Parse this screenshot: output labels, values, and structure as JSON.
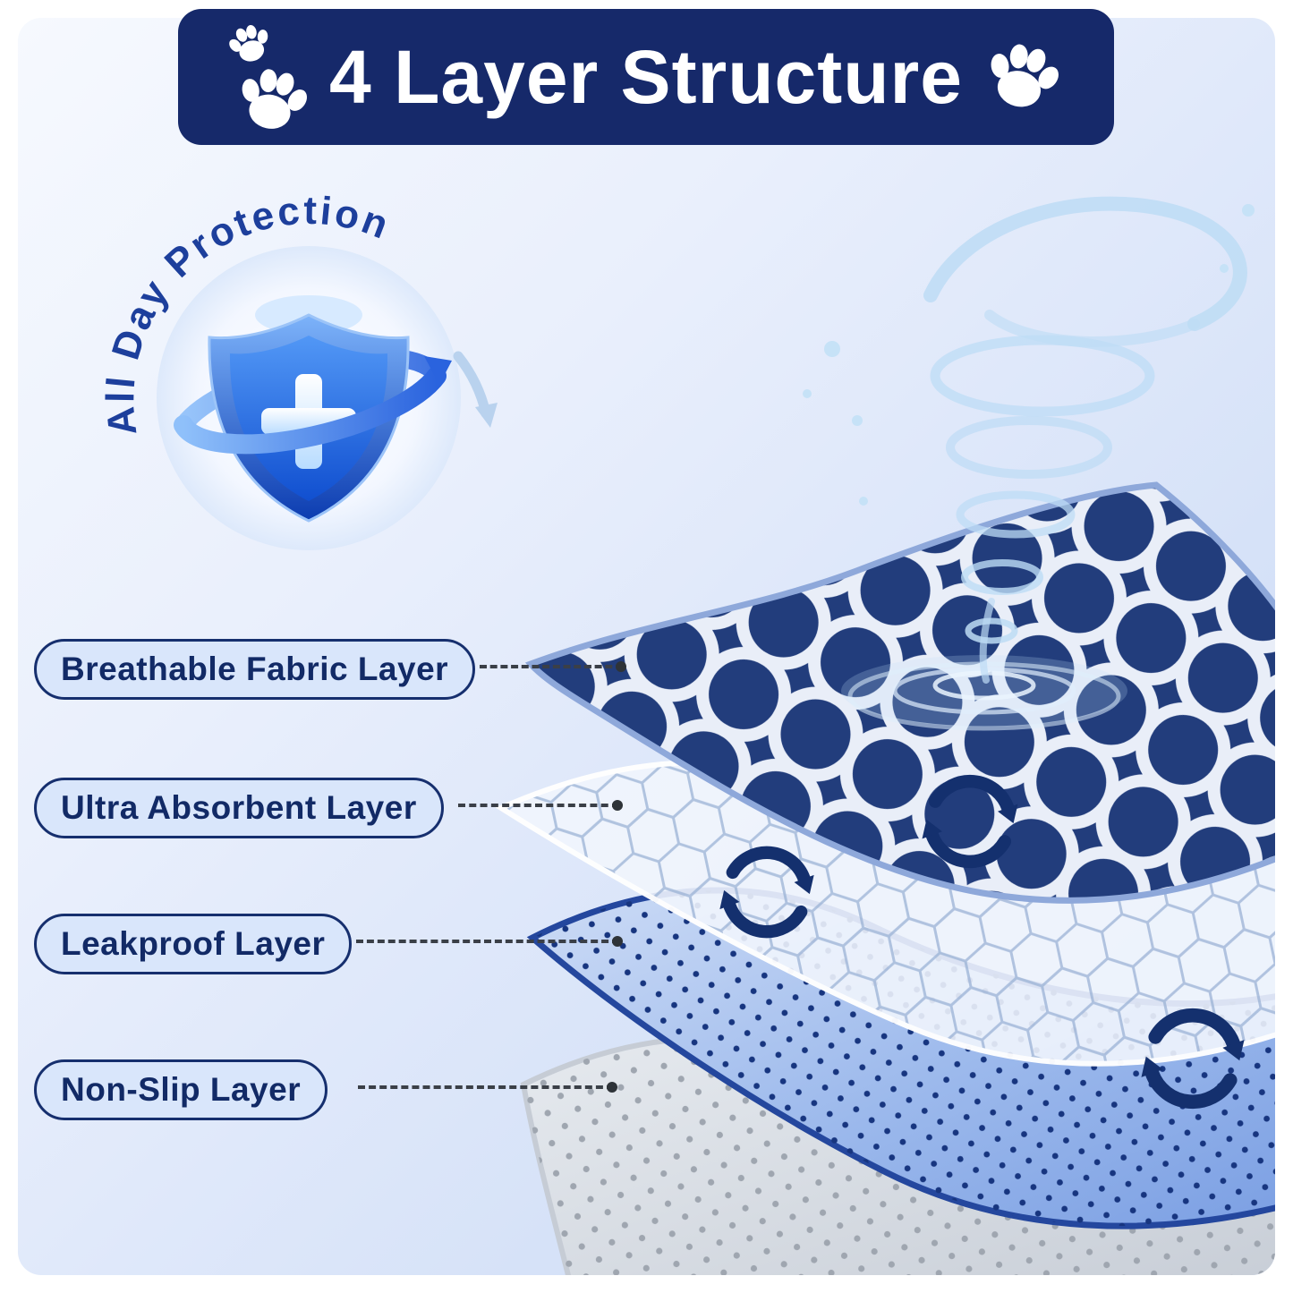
{
  "banner": {
    "title": "4 Layer Structure"
  },
  "protection_badge": {
    "text": "All Day Protection"
  },
  "layer_labels": [
    {
      "label": "Breathable Fabric Layer"
    },
    {
      "label": "Ultra Absorbent Layer"
    },
    {
      "label": "Leakproof Layer"
    },
    {
      "label": "Non-Slip Layer"
    }
  ],
  "icons": {
    "paw": "paw-print-icon",
    "shield": "protection-shield-icon",
    "shield_cross": "medical-cross-icon",
    "cycle_arrows": "airflow-cycle-arrows-icon",
    "water_swirl": "water-vortex-icon",
    "ripple": "water-ripple-icon"
  },
  "colors": {
    "banner_bg": "#16296a",
    "title_text": "#ffffff",
    "label_bg": "#d9e6fb",
    "label_border": "#162f6e",
    "label_text": "#122a66",
    "badge_text": "#1d3f9c",
    "layer_breathable_navy": "#223d7c",
    "layer_absorbent_white": "#f1f6fd",
    "layer_leakproof_blue": "#8fb0e8",
    "layer_nonslip_gray": "#d3d8df",
    "arrow_navy": "#14306e"
  }
}
